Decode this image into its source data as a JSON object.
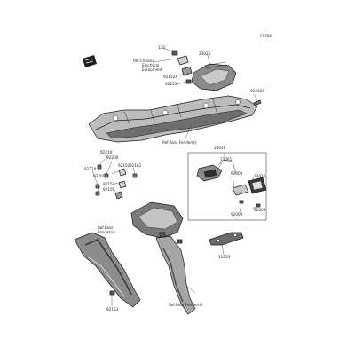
{
  "diagram": {
    "figure_code": "F0780",
    "box_label": "23016",
    "labels": {
      "p_130": "130",
      "ref_chassis_1": "Ref.Chassis",
      "ref_chassis_2": "Electrical",
      "ref_chassis_3": "Equipment",
      "p_23025": "23025",
      "p_92152a": "92152A",
      "p_92153_top": "92153",
      "p_92210a": "92210A",
      "ref_rear_fender_top": "Ref.Rear Fender(s)",
      "p_23016": "23016",
      "p_11061": "11061",
      "p_92210": "92210",
      "p_92200_a": "92200",
      "p_92210_b": "92210",
      "p_92200_b": "92200",
      "p_92152_a": "92152",
      "p_92161": "92161",
      "p_92152_b": "92152",
      "p_92151": "92151",
      "p_92009_a": "92009",
      "p_23026": "23026",
      "p_92009_b": "92009",
      "p_92009_c": "92009",
      "ref_rear_left_1": "Ref.Rear",
      "ref_rear_left_2": "Fender(s)",
      "p_11053": "11053",
      "p_92153_bottom": "92153",
      "ref_rear_fender_bottom": "Ref.Rear Fender(s)"
    }
  },
  "colors": {
    "line": "#1c1c1c",
    "part_fill": "#bdbdbd",
    "part_dark": "#6e6e6e",
    "part_light": "#e2e2e2"
  }
}
